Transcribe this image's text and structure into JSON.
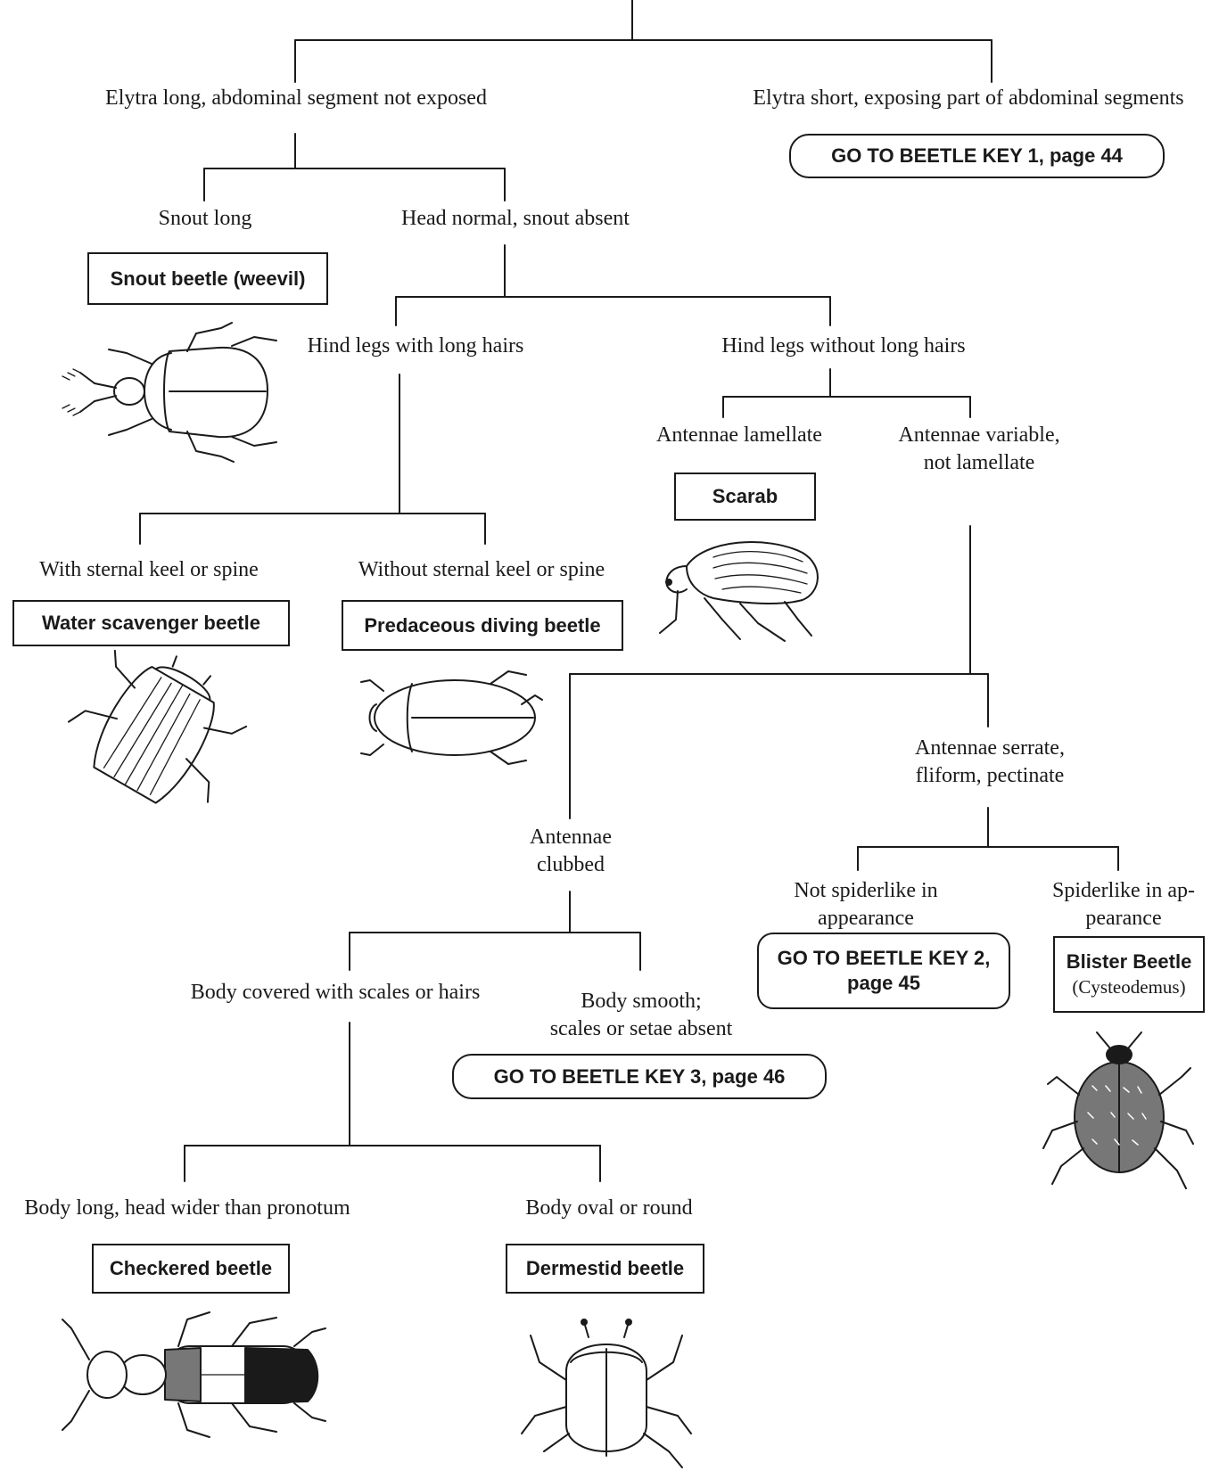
{
  "nodes": {
    "elytra_long": "Elytra long, abdominal segment not exposed",
    "elytra_short": "Elytra short, exposing part of abdominal segments",
    "snout_long": "Snout long",
    "head_normal": "Head normal, snout absent",
    "hind_legs_hairs": "Hind legs with long hairs",
    "hind_legs_no_hairs": "Hind legs without long hairs",
    "antennae_lamellate": "Antennae lamellate",
    "antennae_variable_1": "Antennae variable,",
    "antennae_variable_2": "not lamellate",
    "sternal_keel": "With sternal keel or spine",
    "no_sternal_keel": "Without sternal keel or spine",
    "antennae_serrate_1": "Antennae serrate,",
    "antennae_serrate_2": "fliform, pectinate",
    "antennae_clubbed_1": "Antennae",
    "antennae_clubbed_2": "clubbed",
    "not_spiderlike_1": "Not spiderlike in",
    "not_spiderlike_2": "appearance",
    "spiderlike_1": "Spiderlike in ap-",
    "spiderlike_2": "pearance",
    "body_scales": "Body covered with scales or hairs",
    "body_smooth_1": "Body smooth;",
    "body_smooth_2": "scales or setae absent",
    "body_long": "Body long, head wider than pronotum",
    "body_oval": "Body oval or round"
  },
  "boxes": {
    "key1": "GO TO BEETLE KEY 1, page 44",
    "snout_beetle": "Snout beetle (weevil)",
    "scarab": "Scarab",
    "water_scavenger": "Water scavenger beetle",
    "predaceous": "Predaceous diving beetle",
    "key2_line1": "GO TO BEETLE KEY 2,",
    "key2_line2": "page 45",
    "blister": "Blister Beetle",
    "blister_sub": "(Cysteodemus)",
    "key3": "GO TO BEETLE KEY 3, page 46",
    "checkered": "Checkered beetle",
    "dermestid": "Dermestid beetle"
  },
  "illustrations": [
    "snout-beetle-icon",
    "scarab-icon",
    "water-scavenger-beetle-icon",
    "predaceous-diving-beetle-icon",
    "blister-beetle-icon",
    "checkered-beetle-icon",
    "dermestid-beetle-icon"
  ]
}
